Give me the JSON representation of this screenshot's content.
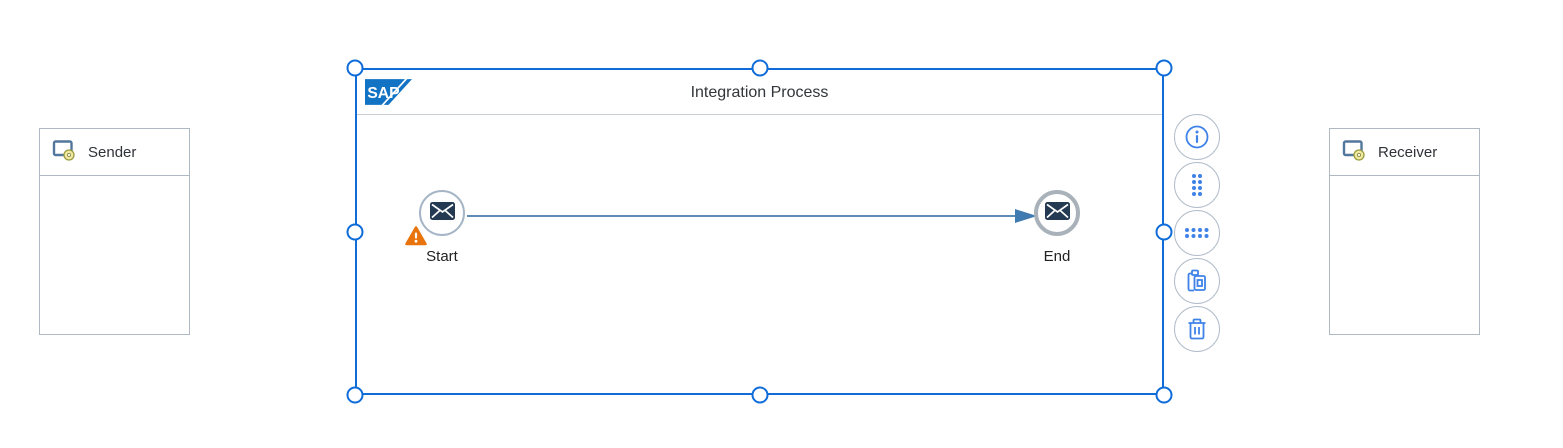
{
  "colors": {
    "selection_blue": "#0f6cd8",
    "participant_border": "#aeb9c4",
    "connector_blue": "#5e8cb8",
    "arrow_blue": "#3f7ab0",
    "toolbar_icon_blue": "#3f82e8",
    "warning_orange": "#e9730c",
    "envelope_navy": "#243a52",
    "sap_logo_blue": "#1272c4"
  },
  "participants": {
    "sender": {
      "label": "Sender"
    },
    "receiver": {
      "label": "Receiver"
    }
  },
  "process": {
    "title": "Integration Process",
    "logo_text": "SAP",
    "selected": true,
    "events": {
      "start": {
        "label": "Start",
        "has_warning": true
      },
      "end": {
        "label": "End"
      }
    }
  },
  "toolbar": {
    "buttons": [
      {
        "icon": "info-icon"
      },
      {
        "icon": "grip-vertical-icon"
      },
      {
        "icon": "grip-horizontal-icon"
      },
      {
        "icon": "clipboard-icon"
      },
      {
        "icon": "trash-icon"
      }
    ]
  }
}
